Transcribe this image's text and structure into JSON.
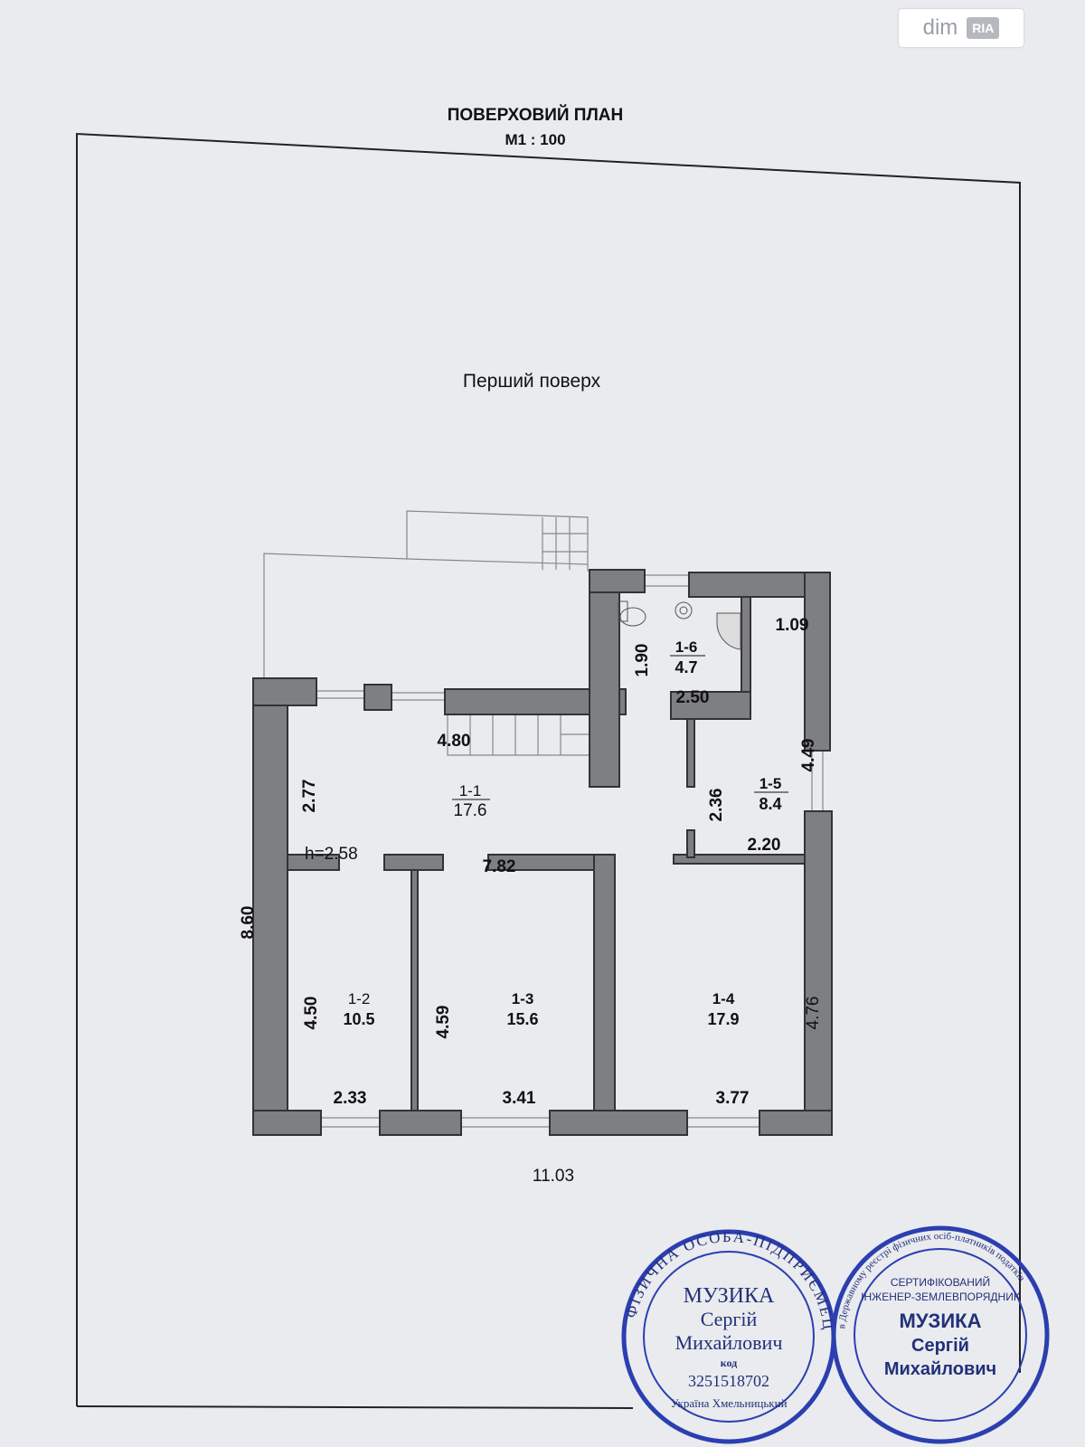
{
  "watermark": {
    "brand": "dim",
    "sub": "RIA"
  },
  "header": {
    "title": "ПОВЕРХОВИЙ ПЛАН",
    "scale": "М1 : 100"
  },
  "floor_title": "Перший поверх",
  "ceiling_height": "h=2.58",
  "rooms": [
    {
      "id": "1-1",
      "area": "17.6"
    },
    {
      "id": "1-2",
      "area": "10.5"
    },
    {
      "id": "1-3",
      "area": "15.6"
    },
    {
      "id": "1-4",
      "area": "17.9"
    },
    {
      "id": "1-5",
      "area": "8.4"
    },
    {
      "id": "1-6",
      "area": "4.7"
    }
  ],
  "dimensions": {
    "overall_width": "11.03",
    "overall_depth": "8.60",
    "d_480": "4.80",
    "d_277": "2.77",
    "d_782": "7.82",
    "d_190": "1.90",
    "d_250": "2.50",
    "d_109": "1.09",
    "d_449": "4.49",
    "d_236": "2.36",
    "d_220": "2.20",
    "d_450": "4.50",
    "d_459": "4.59",
    "d_476": "4.76",
    "d_233": "2.33",
    "d_341": "3.41",
    "d_377": "3.77"
  },
  "stamps": [
    {
      "ring": "ФІЗИЧНА ОСОБА-ПІДПРИЄМЕЦЬ",
      "surname": "МУЗИКА",
      "name": "Сергій",
      "patronymic": "Михайлович",
      "code_label": "код",
      "code": "3251518702",
      "bottom": "Україна Хмельницький"
    },
    {
      "ring": "в Державному реєстрі фізичних осіб-платників податків",
      "line1": "СЕРТИФІКОВАНИЙ",
      "line2": "ІНЖЕНЕР-ЗЕМЛЕВПОРЯДНИК",
      "surname": "МУЗИКА",
      "name": "Сергій",
      "patronymic": "Михайлович"
    }
  ]
}
